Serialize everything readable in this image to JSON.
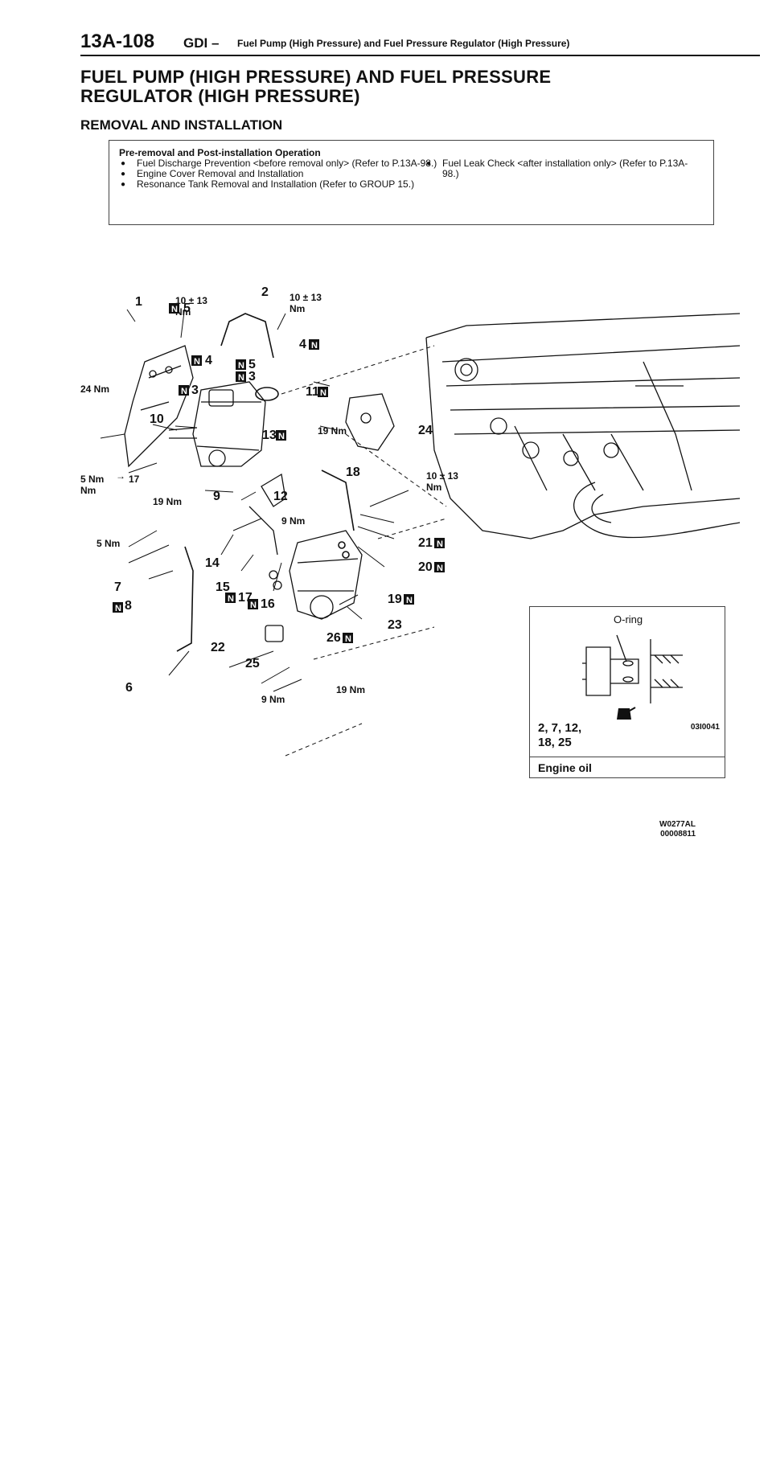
{
  "header": {
    "page_number": "13A-108",
    "section": "GDI –",
    "subtitle": "Fuel Pump (High Pressure) and Fuel Pressure Regulator (High Pressure)"
  },
  "title": {
    "line1": "FUEL PUMP (HIGH PRESSURE) AND FUEL PRESSURE",
    "line2": "REGULATOR (HIGH PRESSURE)"
  },
  "subtitle": "REMOVAL AND INSTALLATION",
  "operation_box": {
    "heading": "Pre-removal and Post-installation Operation",
    "left_items": [
      "Fuel Discharge Prevention <before removal only> (Refer to P.13A-98.)",
      "Engine Cover Removal and Installation",
      "Resonance Tank Removal and Installation (Refer to GROUP 15.)"
    ],
    "right_items": [
      "Fuel Leak Check <after installation only> (Refer to P.13A-98.)"
    ]
  },
  "diagram": {
    "torques": {
      "t1_a": "10 ± 13",
      "t1_b": "Nm",
      "t2_a": "10 ± 13",
      "t2_b": "Nm",
      "t3": "24 Nm",
      "t4": "19 Nm",
      "t5_a": "5 Nm",
      "t5_arrow": "→",
      "t5_b": "17",
      "t5_c": "Nm",
      "t6": "19 Nm",
      "t7_a": "10 ± 13",
      "t7_b": "Nm",
      "t8": "9 Nm",
      "t9": "5 Nm",
      "t10": "9 Nm",
      "t11": "19 Nm"
    },
    "callouts": {
      "c1": "1",
      "c2": "2",
      "c3a": "3",
      "c3b": "3",
      "c4a": "4",
      "c4b": "4",
      "c5a": "5",
      "c5b": "5",
      "c6": "6",
      "c7": "7",
      "c8": "8",
      "c9": "9",
      "c10": "10",
      "c11": "11",
      "c12": "12",
      "c13": "13",
      "c14": "14",
      "c15": "15",
      "c16": "16",
      "c17": "17",
      "c18": "18",
      "c19": "19",
      "c20": "20",
      "c21": "21",
      "c22": "22",
      "c23": "23",
      "c24": "24",
      "c25": "25",
      "c26": "26"
    },
    "new_part_mark": "N"
  },
  "inset": {
    "oring_label": "O-ring",
    "parts": "2, 7, 12,\n18, 25",
    "code": "03I0041",
    "lubricant": "Engine oil"
  },
  "figure_codes": {
    "code1": "W0277AL",
    "code2": "00008811"
  }
}
